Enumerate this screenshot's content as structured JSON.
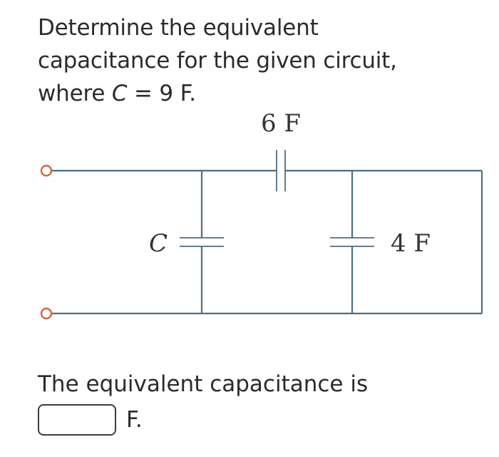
{
  "question": {
    "line1": "Determine the equivalent",
    "line2": "capacitance for the given circuit,",
    "line3_prefix": "where ",
    "line3_var": "C",
    "line3_suffix": " = 9 F."
  },
  "circuit": {
    "series_cap_label": "6 F",
    "left_cap_label": "C",
    "right_cap_label": "4 F",
    "colors": {
      "wire": "#4f6d82",
      "terminal": "#d9603b"
    }
  },
  "answer": {
    "prompt": "The equivalent capacitance is",
    "value": "",
    "unit": "F."
  }
}
